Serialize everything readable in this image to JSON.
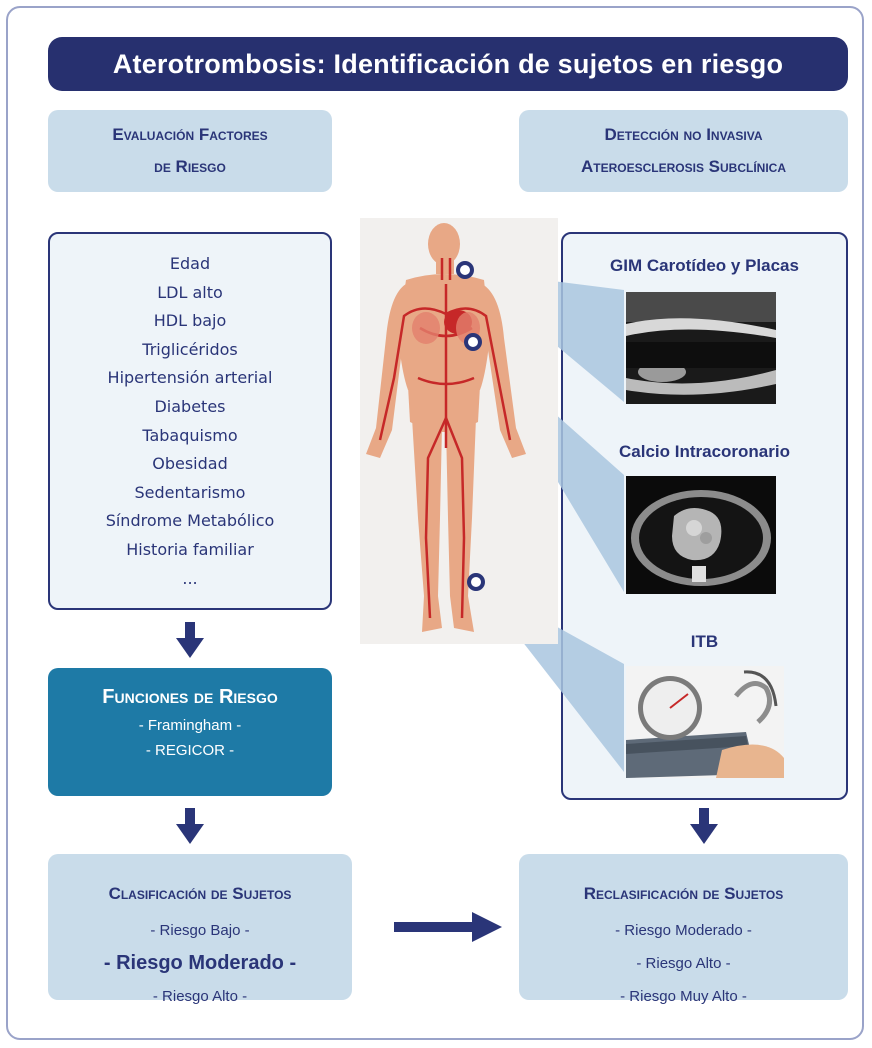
{
  "title": "Aterotrombosis: Identificación de sujetos en riesgo",
  "left_header": {
    "line1": "Evaluación Factores",
    "line2": "de Riesgo"
  },
  "right_header": {
    "line1": "Detección no Invasiva",
    "line2": "Ateroesclerosis Subclínica"
  },
  "risk_factors": [
    "Edad",
    "LDL alto",
    "HDL bajo",
    "Triglicéridos",
    "Hipertensión arterial",
    "Diabetes",
    "Tabaquismo",
    "Obesidad",
    "Sedentarismo",
    "Síndrome Metabólico",
    "Historia familiar",
    "..."
  ],
  "funciones": {
    "title": "Funciones de Riesgo",
    "items": [
      "- Framingham -",
      "- REGICOR -"
    ]
  },
  "tests": [
    {
      "label": "GIM Carotídeo y Placas",
      "icon": "carotid-ultrasound-image"
    },
    {
      "label": "Calcio Intracoronario",
      "icon": "ct-scan-image"
    },
    {
      "label": "ITB",
      "icon": "sphygmomanometer-image"
    }
  ],
  "clasificacion": {
    "title": "Clasificación de Sujetos",
    "items": [
      "- Riesgo Bajo -",
      "- Riesgo Moderado -",
      "- Riesgo Alto -"
    ]
  },
  "reclasificacion": {
    "title": "Reclasificación de Sujetos",
    "items": [
      "- Riesgo Moderado -",
      "- Riesgo Alto -",
      "- Riesgo Muy Alto -"
    ]
  },
  "colors": {
    "navy": "#27306f",
    "light_blue": "#c9dcea",
    "teal": "#1e7aa6",
    "artery_red": "#c62828"
  }
}
